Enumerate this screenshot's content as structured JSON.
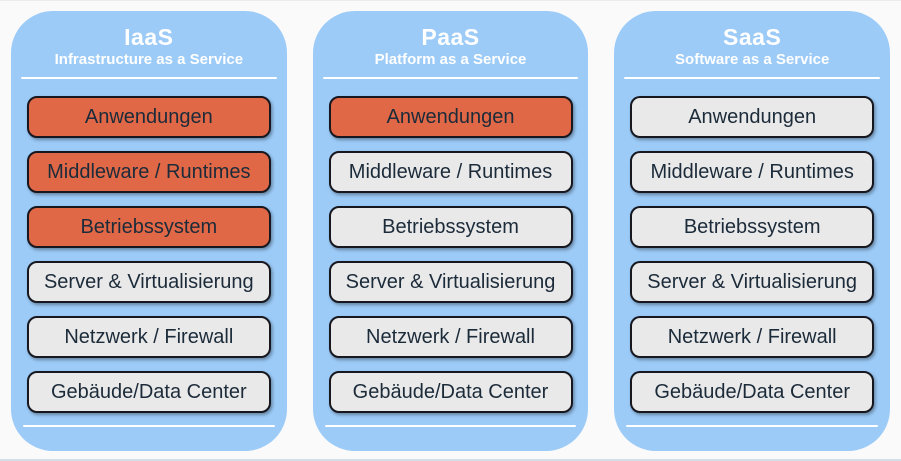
{
  "diagram_title": "IaaS vs PaaS vs SaaS cloud service model stack",
  "colors": {
    "column_bg": "#9CCBF8",
    "highlight_fill": "#E06846",
    "default_fill": "#E9E9E9",
    "box_border": "#17171F",
    "box_text": "#1C2B3A",
    "header_text": "#FFFFFF"
  },
  "columns": [
    {
      "acronym": "IaaS",
      "full_name": "Infrastructure as a Service",
      "layers": [
        {
          "label": "Anwendungen",
          "highlighted": true
        },
        {
          "label": "Middleware / Runtimes",
          "highlighted": true
        },
        {
          "label": "Betriebssystem",
          "highlighted": true
        },
        {
          "label": "Server & Virtualisierung",
          "highlighted": false
        },
        {
          "label": "Netzwerk / Firewall",
          "highlighted": false
        },
        {
          "label": "Gebäude/Data Center",
          "highlighted": false
        }
      ]
    },
    {
      "acronym": "PaaS",
      "full_name": "Platform as a Service",
      "layers": [
        {
          "label": "Anwendungen",
          "highlighted": true
        },
        {
          "label": "Middleware / Runtimes",
          "highlighted": false
        },
        {
          "label": "Betriebssystem",
          "highlighted": false
        },
        {
          "label": "Server & Virtualisierung",
          "highlighted": false
        },
        {
          "label": "Netzwerk / Firewall",
          "highlighted": false
        },
        {
          "label": "Gebäude/Data Center",
          "highlighted": false
        }
      ]
    },
    {
      "acronym": "SaaS",
      "full_name": "Software as a Service",
      "layers": [
        {
          "label": "Anwendungen",
          "highlighted": false
        },
        {
          "label": "Middleware / Runtimes",
          "highlighted": false
        },
        {
          "label": "Betriebssystem",
          "highlighted": false
        },
        {
          "label": "Server & Virtualisierung",
          "highlighted": false
        },
        {
          "label": "Netzwerk / Firewall",
          "highlighted": false
        },
        {
          "label": "Gebäude/Data Center",
          "highlighted": false
        }
      ]
    }
  ]
}
